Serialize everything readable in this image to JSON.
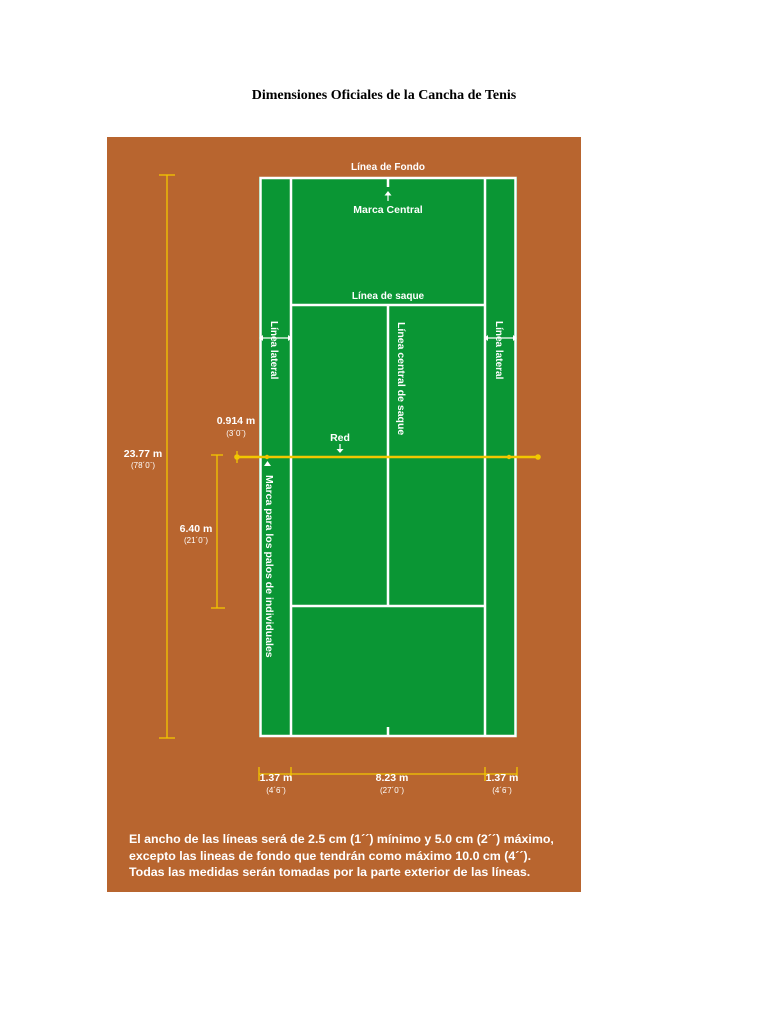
{
  "title": "Dimensiones Oficiales de la Cancha de Tenis",
  "colors": {
    "clay": "#B8652F",
    "court": "#0A9634",
    "lines": "#FFFFFF",
    "measure": "#F2C700"
  },
  "court_labels": {
    "baseline": "Línea de Fondo",
    "center_mark": "Marca Central",
    "service_line": "Línea de saque",
    "sideline_left": "Línea lateral",
    "sideline_right": "Línea lateral",
    "center_service_line": "Línea central de saque",
    "net": "Red",
    "singles_post_mark": "Marca para los palos de individuales"
  },
  "measurements": {
    "length": {
      "metric": "23.77 m",
      "imperial": "(78´0¨)"
    },
    "net_post_offset": {
      "metric": "0.914 m",
      "imperial": "(3´0¨)"
    },
    "service_box_depth": {
      "metric": "6.40 m",
      "imperial": "(21´0¨)"
    },
    "alley_left": {
      "metric": "1.37 m",
      "imperial": "(4´6¨)"
    },
    "singles_width": {
      "metric": "8.23 m",
      "imperial": "(27´0¨)"
    },
    "alley_right": {
      "metric": "1.37 m",
      "imperial": "(4´6¨)"
    }
  },
  "note_lines": [
    "El ancho de las líneas será de 2.5 cm (1´´) mínimo y 5.0 cm (2´´) máximo,",
    "excepto las lineas de fondo que tendrán como máximo 10.0 cm (4´´).",
    "Todas las medidas serán tomadas por la parte exterior de las líneas."
  ]
}
